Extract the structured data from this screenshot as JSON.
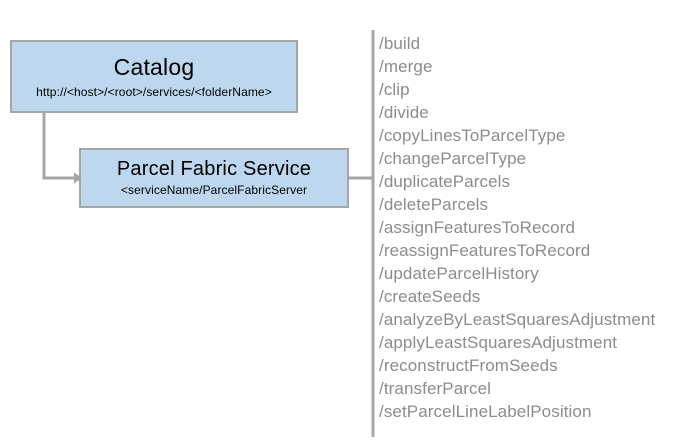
{
  "diagram": {
    "type": "architecture-diagram",
    "colors": {
      "node_fill": "#bdd7ee",
      "node_border": "#a6a6a6",
      "connector": "#a6a6a6",
      "divider": "#a6a6a6",
      "operation_text": "#8c8c8c",
      "node_text": "#000000",
      "background": "#ffffff"
    },
    "nodes": [
      {
        "id": "catalog",
        "title": "Catalog",
        "subtitle": "http://<host>/<root>/services/<folderName>"
      },
      {
        "id": "service",
        "title": "Parcel Fabric Service",
        "subtitle": "<serviceName/ParcelFabricServer"
      }
    ],
    "operations": [
      "/build",
      "/merge",
      "/clip",
      "/divide",
      "/copyLinesToParcelType",
      "/changeParcelType",
      "/duplicateParcels",
      "/deleteParcels",
      "/assignFeaturesToRecord",
      "/reassignFeaturesToRecord",
      "/updateParcelHistory",
      "/createSeeds",
      "/analyzeByLeastSquaresAdjustment",
      "/applyLeastSquaresAdjustment",
      "/reconstructFromSeeds",
      "/transferParcel",
      "/setParcelLineLabelPosition"
    ]
  }
}
